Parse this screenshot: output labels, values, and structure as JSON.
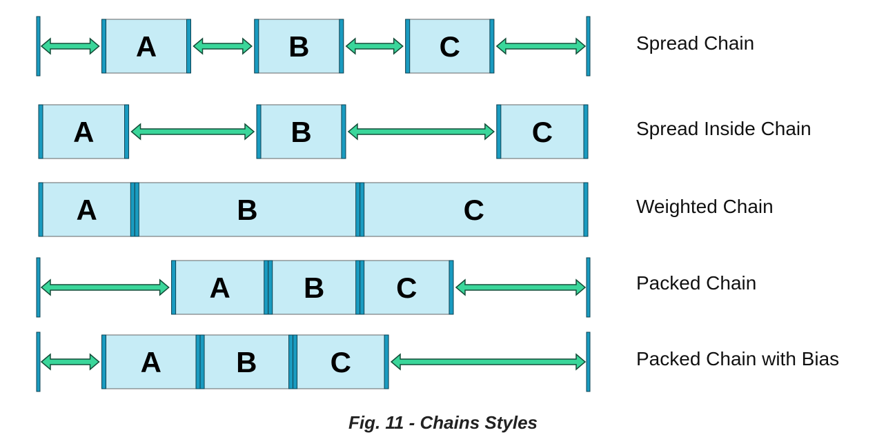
{
  "colors": {
    "box_fill": "#c6ecf6",
    "box_stroke": "#666666",
    "edge_bar": "#1a9bc0",
    "edge_stroke": "#0c4150",
    "arrow_fill": "#3ad69a",
    "arrow_stroke": "#134c38"
  },
  "rows": [
    {
      "label": "Spread Chain",
      "boxes": [
        {
          "text": "A",
          "from": 0.115,
          "to": 0.277
        },
        {
          "text": "B",
          "from": 0.393,
          "to": 0.555
        },
        {
          "text": "C",
          "from": 0.668,
          "to": 0.829
        }
      ],
      "arrows": [
        [
          0.0,
          0.115
        ],
        [
          0.277,
          0.393
        ],
        [
          0.555,
          0.668
        ],
        [
          0.829,
          1.0
        ]
      ],
      "walls": true
    },
    {
      "label": "Spread Inside Chain",
      "boxes": [
        {
          "text": "A",
          "from": 0.0,
          "to": 0.164
        },
        {
          "text": "B",
          "from": 0.397,
          "to": 0.559
        },
        {
          "text": "C",
          "from": 0.834,
          "to": 1.0
        }
      ],
      "arrows": [
        [
          0.164,
          0.397
        ],
        [
          0.559,
          0.834
        ]
      ],
      "walls": false
    },
    {
      "label": "Weighted Chain",
      "boxes": [
        {
          "text": "A",
          "from": 0.0,
          "to": 0.175
        },
        {
          "text": "B",
          "from": 0.175,
          "to": 0.585
        },
        {
          "text": "C",
          "from": 0.585,
          "to": 1.0
        }
      ],
      "arrows": [],
      "walls": false
    },
    {
      "label": "Packed Chain",
      "boxes": [
        {
          "text": "A",
          "from": 0.242,
          "to": 0.418
        },
        {
          "text": "B",
          "from": 0.418,
          "to": 0.585
        },
        {
          "text": "C",
          "from": 0.585,
          "to": 0.755
        }
      ],
      "arrows": [
        [
          0.0,
          0.242
        ],
        [
          0.755,
          1.0
        ]
      ],
      "walls": true
    },
    {
      "label": "Packed Chain with Bias",
      "boxes": [
        {
          "text": "A",
          "from": 0.115,
          "to": 0.294
        },
        {
          "text": "B",
          "from": 0.294,
          "to": 0.463
        },
        {
          "text": "C",
          "from": 0.463,
          "to": 0.637
        }
      ],
      "arrows": [
        [
          0.0,
          0.115
        ],
        [
          0.637,
          1.0
        ]
      ],
      "walls": true
    }
  ],
  "caption": "Fig. 11 - Chains Styles"
}
